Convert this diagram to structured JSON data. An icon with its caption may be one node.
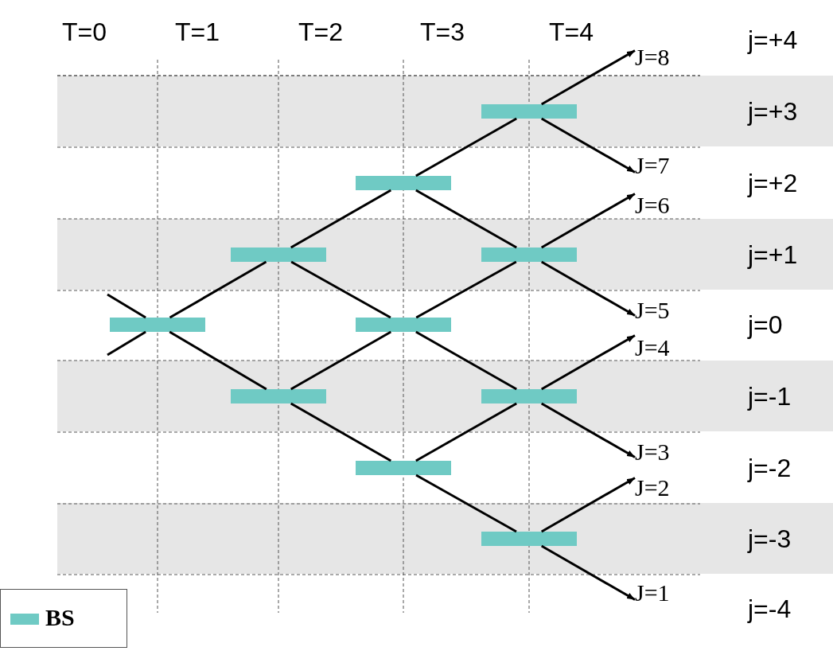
{
  "diagram": {
    "nodes": [
      {
        "text": [],
        "shape": "bar"
      },
      {
        "text": [],
        "shape": "bar"
      },
      {
        "text": [],
        "shape": "bar"
      },
      {
        "text": [],
        "shape": "bar"
      },
      {
        "text": [],
        "shape": "bar"
      },
      {
        "text": [],
        "shape": "bar"
      },
      {
        "text": [],
        "shape": "bar"
      },
      {
        "text": [],
        "shape": "bar"
      },
      {
        "text": [],
        "shape": "bar"
      },
      {
        "text": [],
        "shape": "bar"
      },
      {
        "text": [
          "J=8"
        ]
      },
      {
        "text": [
          "J=7"
        ]
      },
      {
        "text": [
          "J=6"
        ]
      },
      {
        "text": [
          "J=5"
        ]
      },
      {
        "text": [
          "J=4"
        ]
      },
      {
        "text": [
          "J=3"
        ]
      },
      {
        "text": [
          "J=2"
        ]
      },
      {
        "text": [
          "J=1"
        ]
      }
    ],
    "edges": [
      {
        "from": null,
        "to": 0,
        "arrow": "none"
      },
      {
        "from": null,
        "to": 0,
        "arrow": "none"
      },
      {
        "from": 0,
        "to": 1,
        "arrow": "none"
      },
      {
        "from": 0,
        "to": 2,
        "arrow": "none"
      },
      {
        "from": 1,
        "to": 3,
        "arrow": "none"
      },
      {
        "from": 1,
        "to": 4,
        "arrow": "none"
      },
      {
        "from": 2,
        "to": 4,
        "arrow": "none"
      },
      {
        "from": 2,
        "to": 5,
        "arrow": "none"
      },
      {
        "from": 3,
        "to": 6,
        "arrow": "none"
      },
      {
        "from": 3,
        "to": 7,
        "arrow": "none"
      },
      {
        "from": 4,
        "to": 7,
        "arrow": "none"
      },
      {
        "from": 4,
        "to": 8,
        "arrow": "none"
      },
      {
        "from": 5,
        "to": 8,
        "arrow": "none"
      },
      {
        "from": 5,
        "to": 9,
        "arrow": "none"
      },
      {
        "from": 6,
        "to": 10,
        "arrow": "to"
      },
      {
        "from": 6,
        "to": 11,
        "arrow": "to"
      },
      {
        "from": 7,
        "to": 12,
        "arrow": "to"
      },
      {
        "from": 7,
        "to": 13,
        "arrow": "to"
      },
      {
        "from": 8,
        "to": 14,
        "arrow": "to"
      },
      {
        "from": 8,
        "to": 15,
        "arrow": "to"
      },
      {
        "from": 9,
        "to": 16,
        "arrow": "to"
      },
      {
        "from": 9,
        "to": 17,
        "arrow": "to"
      }
    ],
    "labels": [
      "T=0",
      "T=1",
      "T=2",
      "T=3",
      "T=4",
      "j=+4",
      "j=+3",
      "j=+2",
      "j=+1",
      "j=0",
      "j=-1",
      "j=-2",
      "j=-3",
      "j=-4"
    ],
    "legend": [
      {
        "text": "BS",
        "color": "#6fcac4"
      }
    ]
  }
}
